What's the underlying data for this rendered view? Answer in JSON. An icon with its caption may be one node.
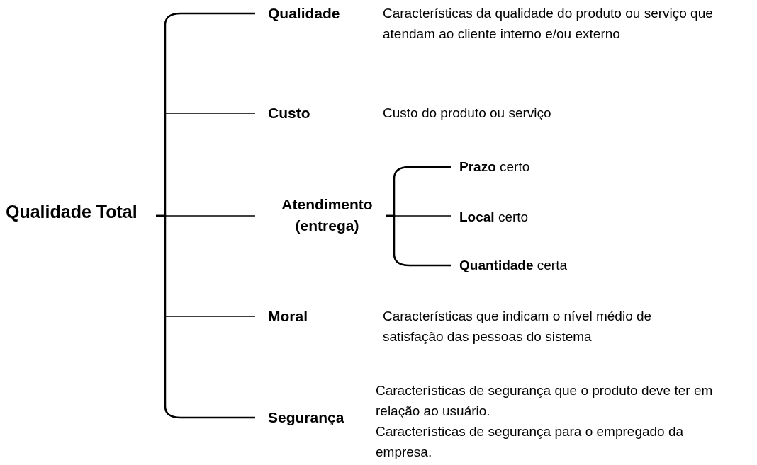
{
  "diagram": {
    "nodes": [
      {
        "text": [
          "Qualidade Total"
        ]
      },
      {
        "text": [
          "Qualidade"
        ],
        "beside": [
          "Características da qualidade do produto ou serviço que atendam ao cliente interno e/ou externo"
        ]
      },
      {
        "text": [
          "Custo"
        ]
      },
      {
        "text": [
          "Atendimento (entrega)"
        ]
      },
      {
        "text": [
          "Moral"
        ]
      },
      {
        "text": [
          "Segurança"
        ],
        "beside": [
          "Características de segurança que o produto deve ter em relação ao usuário.",
          "Características de segurança para o empregado da empresa."
        ]
      },
      {
        "text": [
          "**Prazo** certo"
        ]
      },
      {
        "text": [
          "**Local** certo"
        ]
      },
      {
        "text": [
          "**Quantidade** certa"
        ]
      }
    ],
    "edges": [
      {
        "from": 0,
        "to": 1,
        "arrow": "none"
      },
      {
        "from": 0,
        "to": 2,
        "arrow": "none"
      },
      {
        "from": 0,
        "to": 3,
        "arrow": "none"
      },
      {
        "from": 0,
        "to": 4,
        "arrow": "none"
      },
      {
        "from": 0,
        "to": 5,
        "arrow": "none"
      },
      {
        "from": 3,
        "to": 6,
        "arrow": "none"
      },
      {
        "from": 3,
        "to": 7,
        "arrow": "none"
      },
      {
        "from": 3,
        "to": 8,
        "arrow": "none"
      }
    ],
    "labels": [
      "Custo do produto ou serviço",
      "Características que indicam o nível médio de satisfação das pessoas do sistema"
    ]
  }
}
